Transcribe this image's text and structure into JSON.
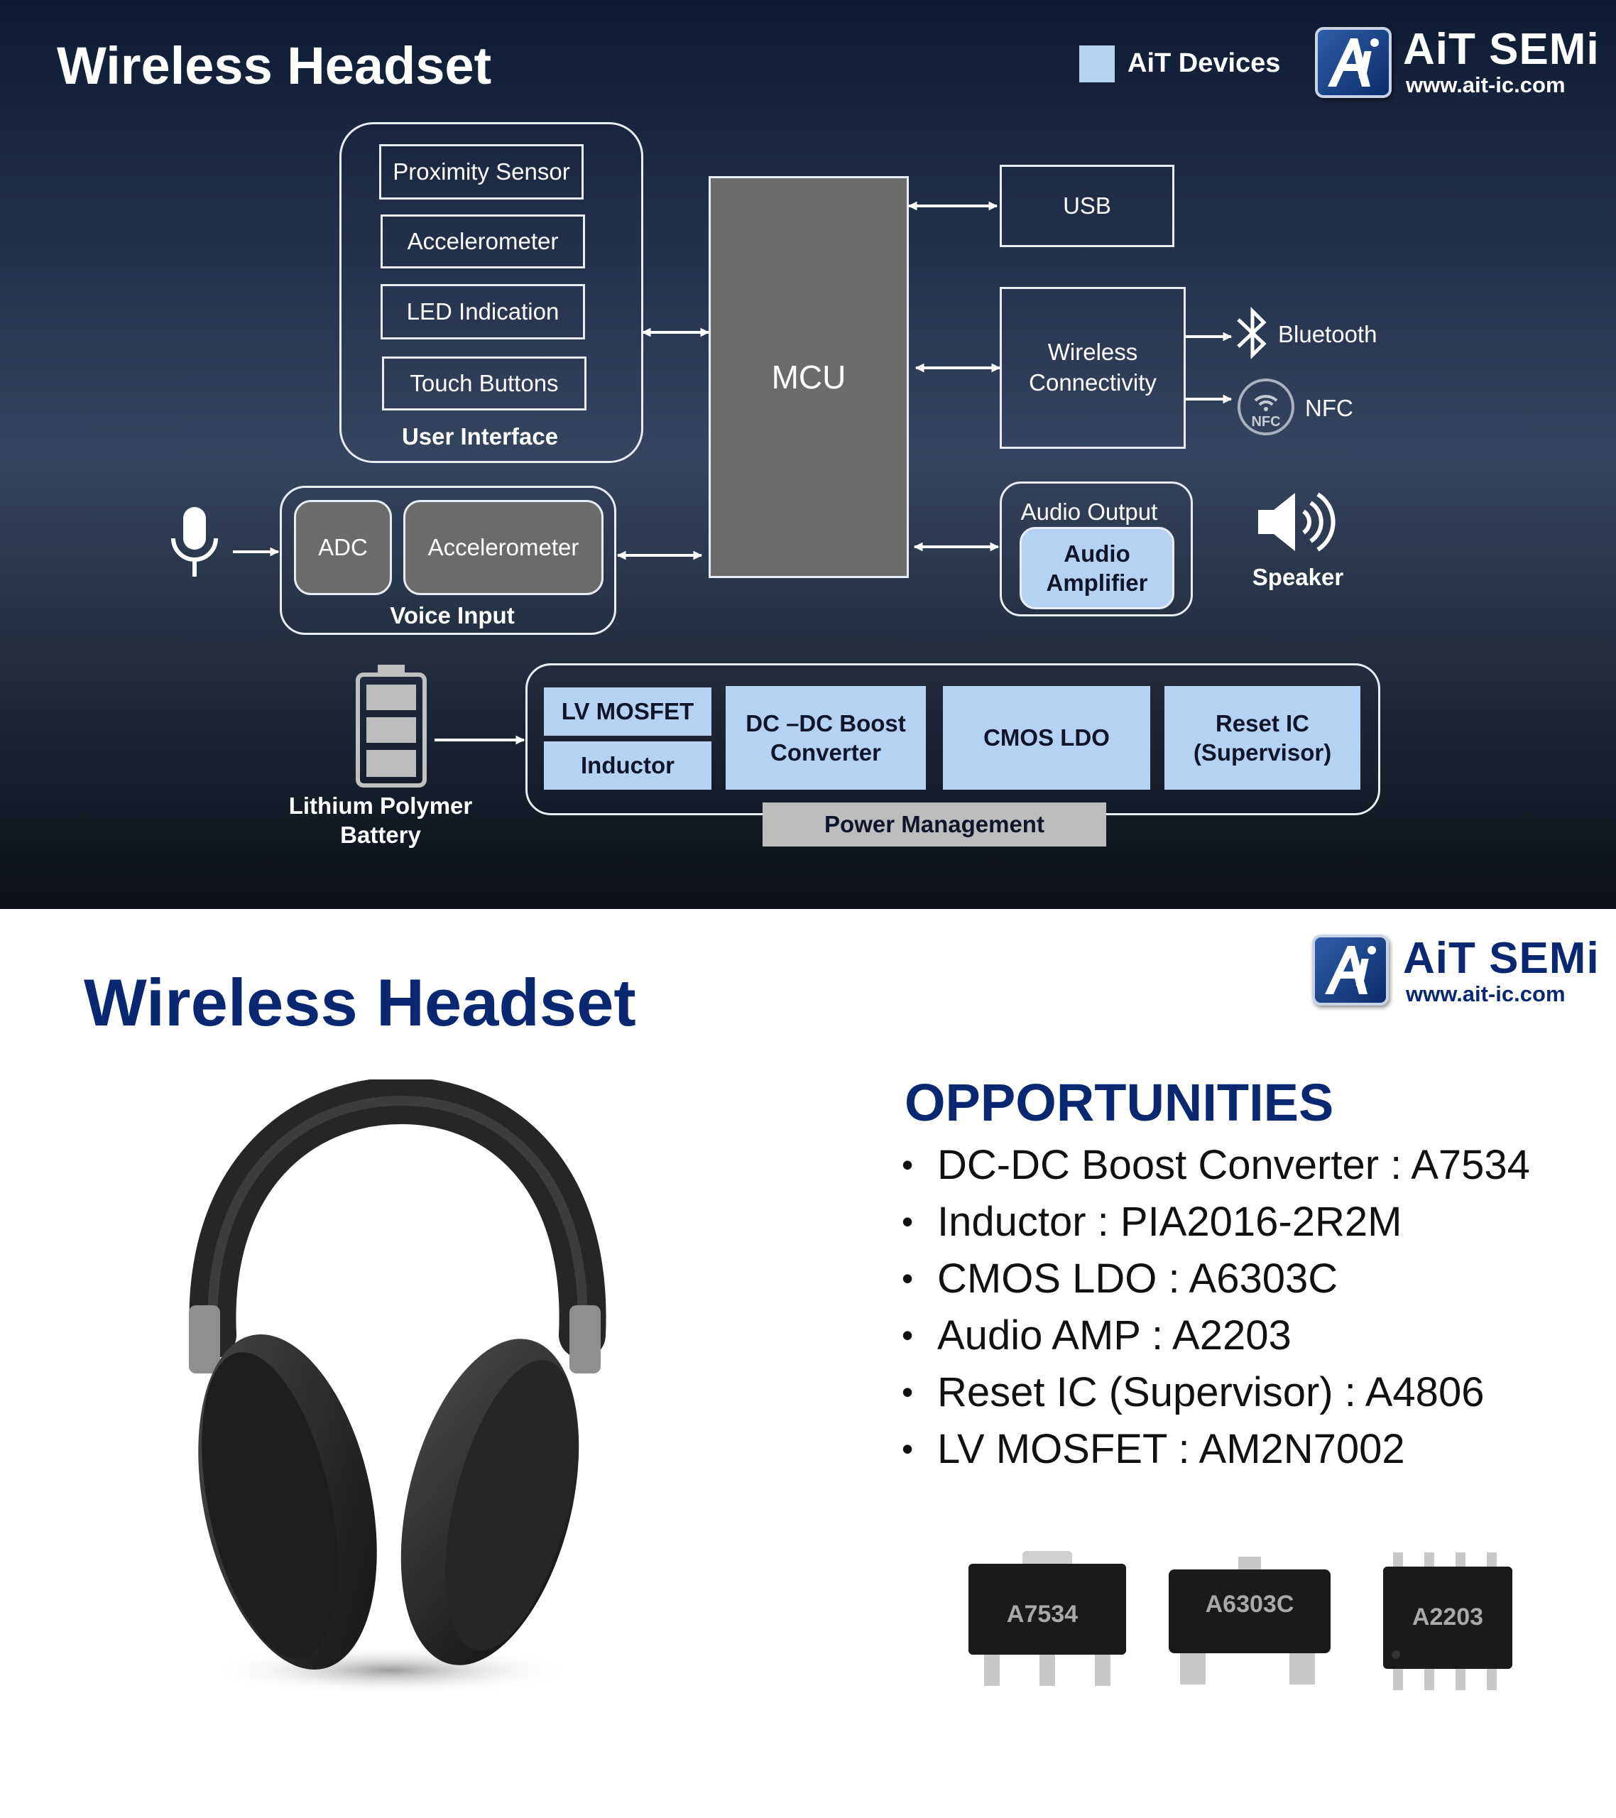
{
  "slide1": {
    "title": "Wireless Headset",
    "legend": {
      "label": "AiT Devices",
      "swatch_color": "#b6d2f2"
    },
    "logo": {
      "icon": "ait-logo-icon",
      "name": "AiT SEMi",
      "url": "www.ait-ic.com"
    },
    "user_interface": {
      "label": "User Interface",
      "items": [
        "Proximity Sensor",
        "Accelerometer",
        "LED Indication",
        "Touch Buttons"
      ]
    },
    "mcu": "MCU",
    "usb": "USB",
    "wireless": {
      "label": "Wireless Connectivity",
      "bluetooth": "Bluetooth",
      "nfc": "NFC",
      "nfc_badge": "NFC"
    },
    "voice_input": {
      "label": "Voice Input",
      "adc": "ADC",
      "accelerometer": "Accelerometer"
    },
    "audio_output": {
      "label": "Audio Output",
      "amplifier": "Audio Amplifier",
      "speaker": "Speaker"
    },
    "battery": {
      "label": "Lithium Polymer Battery"
    },
    "power_management": {
      "label": "Power Management",
      "lv_mosfet": "LV MOSFET",
      "inductor": "Inductor",
      "dcdc": "DC –DC Boost Converter",
      "cmos_ldo": "CMOS LDO",
      "reset_ic": "Reset IC (Supervisor)"
    },
    "colors": {
      "ait_device": "#b6d2f2",
      "mcu": "#6b6b6b",
      "power_tab": "#bdbdbd"
    }
  },
  "slide2": {
    "title": "Wireless Headset",
    "logo": {
      "icon": "ait-logo-icon",
      "name": "AiT SEMi",
      "url": "www.ait-ic.com"
    },
    "opportunities_title": "OPPORTUNITIES",
    "opportunities": [
      "DC-DC Boost Converter : A7534",
      "Inductor : PIA2016-2R2M",
      "CMOS LDO : A6303C",
      "Audio AMP : A2203",
      "Reset IC (Supervisor) : A4806",
      "LV MOSFET : AM2N7002"
    ],
    "chips": [
      "A7534",
      "A6303C",
      "A2203"
    ],
    "image": "headphones-image",
    "colors": {
      "title": "#0a2872"
    }
  }
}
